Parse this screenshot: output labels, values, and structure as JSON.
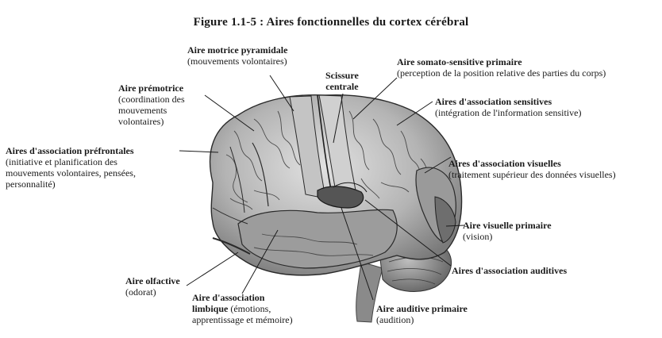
{
  "title": "Figure 1.1-5 : Aires fonctionnelles du cortex cérébral",
  "labels": {
    "motrice": {
      "name": "Aire motrice pyramidale",
      "desc": "(mouvements volontaires)"
    },
    "scissure": {
      "line1": "Scissure",
      "line2": "centrale"
    },
    "somato": {
      "name": "Aire somato-sensitive primaire",
      "desc": "(perception de la position relative des parties du corps)"
    },
    "premotrice": {
      "name": "Aire prémotrice",
      "desc1": "(coordination des",
      "desc2": "mouvements",
      "desc3": "volontaires)"
    },
    "assoc_sens": {
      "name": "Aires d'association sensitives",
      "desc": "(intégration de l'information sensitive)"
    },
    "prefrontales": {
      "name": "Aires d'association préfrontales",
      "desc1": "(initiative et planification des",
      "desc2": "mouvements volontaires, pensées,",
      "desc3": "personnalité)"
    },
    "visuelles": {
      "name": "Aires d'association visuelles",
      "desc": "(traitement supérieur des données visuelles)"
    },
    "visuelle_prim": {
      "name": "Aire visuelle primaire",
      "desc": "(vision)"
    },
    "auditives": {
      "name": "Aires d'association auditives"
    },
    "olfactive": {
      "name": "Aire olfactive",
      "desc": "(odorat)"
    },
    "limbique": {
      "name1": "Aire d'association",
      "name2": "limbique",
      "desc2": " (émotions,",
      "desc3": "apprentissage et mémoire)"
    },
    "auditive_prim": {
      "name": "Aire auditive primaire",
      "desc": "(audition)"
    }
  }
}
